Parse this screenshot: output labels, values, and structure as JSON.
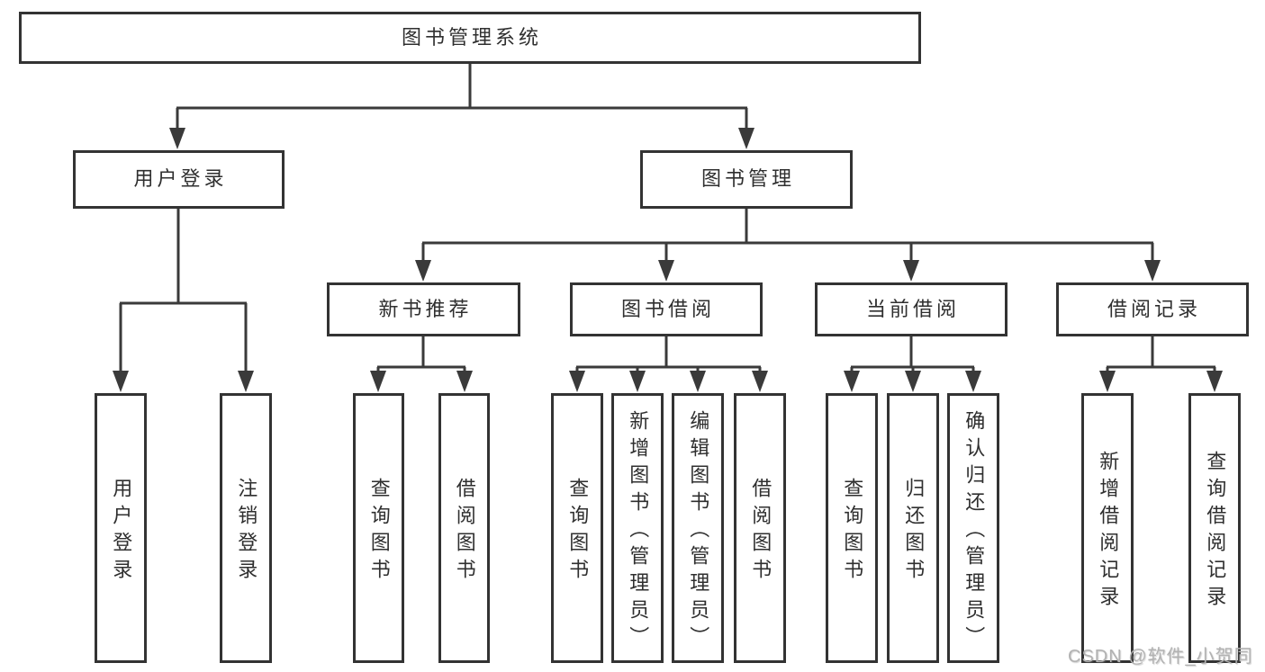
{
  "diagram": {
    "type": "hierarchy-tree",
    "colors": {
      "line": "#3a3a3a",
      "box_border": "#333333",
      "text": "#2f2f2f",
      "background": "#ffffff",
      "watermark": "#b2b2b2"
    }
  },
  "tree": {
    "label": "图书管理系统",
    "children": [
      {
        "label": "用户登录",
        "children": [
          {
            "label": "用户登录"
          },
          {
            "label": "注销登录"
          }
        ]
      },
      {
        "label": "图书管理",
        "children": [
          {
            "label": "新书推荐",
            "children": [
              {
                "label": "查询图书"
              },
              {
                "label": "借阅图书"
              }
            ]
          },
          {
            "label": "图书借阅",
            "children": [
              {
                "label": "查询图书"
              },
              {
                "label": "新增图书（管理员）"
              },
              {
                "label": "编辑图书（管理员）"
              },
              {
                "label": "借阅图书"
              }
            ]
          },
          {
            "label": "当前借阅",
            "children": [
              {
                "label": "查询图书"
              },
              {
                "label": "归还图书"
              },
              {
                "label": "确认归还（管理员）"
              }
            ]
          },
          {
            "label": "借阅记录",
            "children": [
              {
                "label": "新增借阅记录"
              },
              {
                "label": "查询借阅记录"
              }
            ]
          }
        ]
      }
    ]
  },
  "watermark": "CSDN @软件_小贺同学"
}
